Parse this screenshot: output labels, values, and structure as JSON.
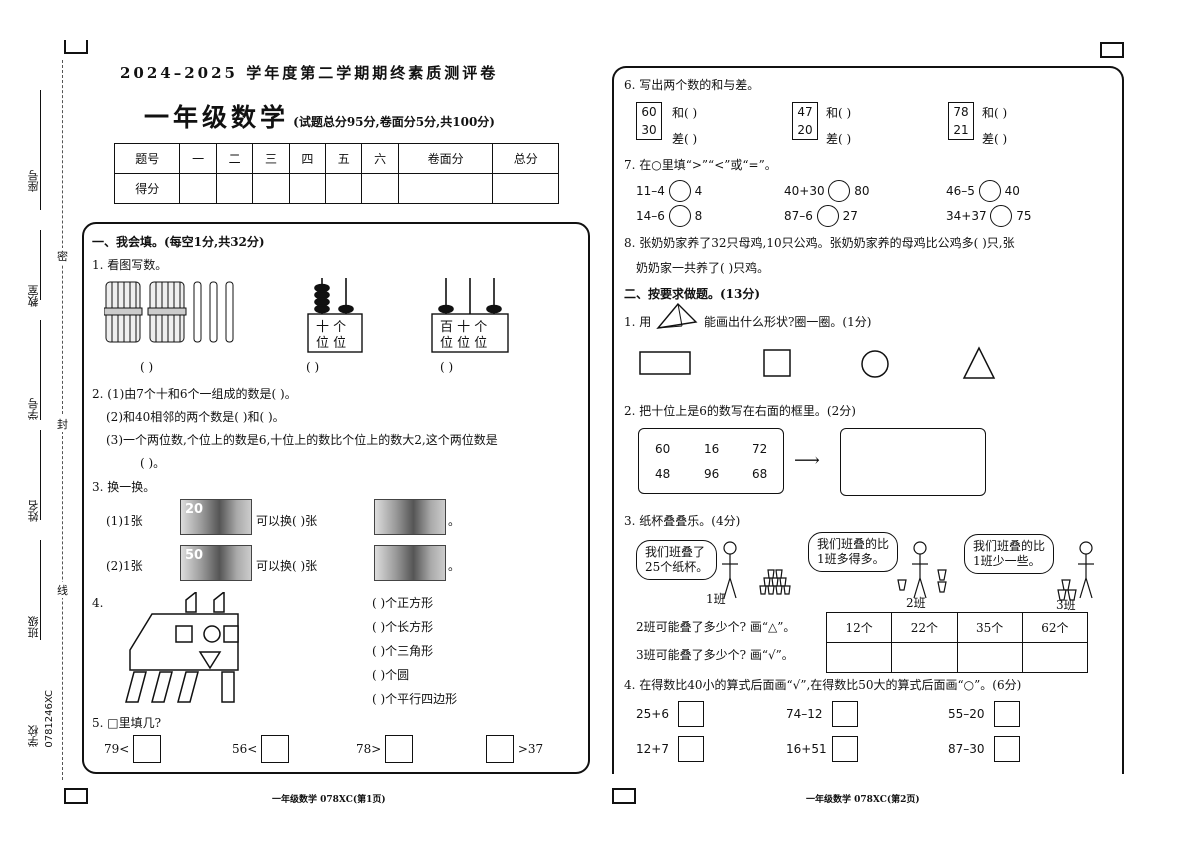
{
  "sidebar": {
    "seat": "座号",
    "classroom": "教室",
    "student_id": "学号",
    "name": "姓名",
    "class": "班级",
    "school": "学校",
    "code": "0781246XC",
    "seal_1": "密",
    "seal_2": "封",
    "seal_3": "线"
  },
  "header": {
    "exam_title": "2024–2025 学年度第二学期期终素质测评卷",
    "subject_title": "一年级数学",
    "score_note": "(试题总分95分,卷面分5分,共100分)"
  },
  "score_table": {
    "row1": [
      "题号",
      "一",
      "二",
      "三",
      "四",
      "五",
      "六",
      "卷面分",
      "总分"
    ],
    "row2_label": "得分"
  },
  "section1": {
    "title": "一、我会填。(每空1分,共32分)",
    "q1": {
      "label": "1. 看图写数。",
      "abacus1": {
        "top": "十 个",
        "bottom": "位 位"
      },
      "abacus2": {
        "top": "百 十 个",
        "bottom": "位 位 位"
      },
      "blank": "(          )"
    },
    "q2": {
      "l1": "2. (1)由7个十和6个一组成的数是(          )。",
      "l2": "(2)和40相邻的两个数是(          )和(          )。",
      "l3": "(3)一个两位数,个位上的数是6,十位上的数比个位上的数大2,这个两位数是",
      "l4": "(          )。"
    },
    "q3": {
      "label": "3. 换一换。",
      "r1a": "(1)1张",
      "r1b": "可以换(          )张",
      "r1c": "。",
      "r2a": "(2)1张",
      "r2b": "可以换(          )张",
      "r2c": "。",
      "bill1": "20",
      "bill2": "50"
    },
    "q4": {
      "label": "4.",
      "items": [
        "(          )个正方形",
        "(          )个长方形",
        "(          )个三角形",
        "(          )个圆",
        "(          )个平行四边形"
      ]
    },
    "q5": {
      "label": "5. □里填几?",
      "items": [
        {
          "pre": "79<",
          "post": ""
        },
        {
          "pre": "56<",
          "post": ""
        },
        {
          "pre": "78>",
          "post": ""
        },
        {
          "pre": "",
          "post": ">37"
        }
      ]
    }
  },
  "right": {
    "q6": {
      "label": "6. 写出两个数的和与差。",
      "pairs": [
        {
          "a": "60",
          "b": "30"
        },
        {
          "a": "47",
          "b": "20"
        },
        {
          "a": "78",
          "b": "21"
        }
      ],
      "sum": "和(          )",
      "diff": "差(          )"
    },
    "q7": {
      "label": "7. 在○里填“>”“<”或“=”。",
      "items": [
        {
          "l": "11–4",
          "r": "4"
        },
        {
          "l": "40+30",
          "r": "80"
        },
        {
          "l": "46–5",
          "r": "40"
        },
        {
          "l": "14–6",
          "r": "8"
        },
        {
          "l": "87–6",
          "r": "27"
        },
        {
          "l": "34+37",
          "r": "75"
        }
      ]
    },
    "q8": {
      "l1": "8. 张奶奶家养了32只母鸡,10只公鸡。张奶奶家养的母鸡比公鸡多(          )只,张",
      "l2": "奶奶家一共养了(          )只鸡。"
    },
    "section2": {
      "title": "二、按要求做题。(13分)",
      "q1a": "1. 用",
      "q1b": "能画出什么形状?圈一圈。(1分)",
      "q2": "2. 把十位上是6的数写在右面的框里。(2分)",
      "numbers": [
        "60",
        "16",
        "72",
        "48",
        "96",
        "68"
      ],
      "arrow": "⟶",
      "q3": "3. 纸杯叠叠乐。(4分)",
      "bubble1": "我们班叠了\n25个纸杯。",
      "bubble2": "我们班叠的比\n1班多得多。",
      "bubble3": "我们班叠的比\n1班少一些。",
      "class1": "1班",
      "class2": "2班",
      "class3": "3班",
      "ask2": "2班可能叠了多少个? 画“△”。",
      "ask3": "3班可能叠了多少个? 画“√”。",
      "options": [
        "12个",
        "22个",
        "35个",
        "62个"
      ],
      "q4": "4. 在得数比40小的算式后面画“√”,在得数比50大的算式后面画“○”。(6分)",
      "exprs": [
        "25+6",
        "74–12",
        "55–20",
        "12+7",
        "16+51",
        "87–30"
      ]
    }
  },
  "footer": {
    "p1": "一年级数学 078XC(第1页)",
    "p2": "一年级数学 078XC(第2页)"
  }
}
